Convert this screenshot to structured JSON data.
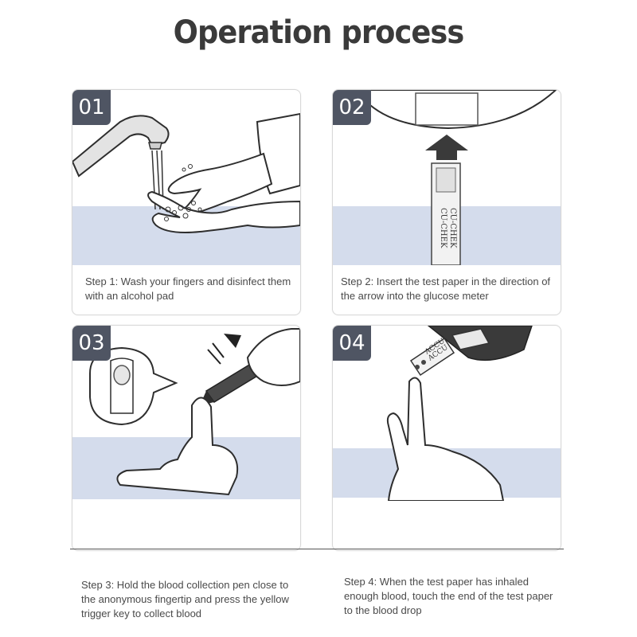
{
  "title": "Operation process",
  "steps": [
    {
      "number": "01",
      "caption": "Step 1: Wash your fingers and disinfect them with an alcohol pad"
    },
    {
      "number": "02",
      "caption": "Step 2: Insert the test paper in the direction of the arrow into the glucose meter",
      "strip_text": "CU-CHEK"
    },
    {
      "number": "03",
      "caption": "Step 3: Hold the blood collection pen close to the anonymous fingertip and press the yellow trigger key to collect blood"
    },
    {
      "number": "04",
      "caption": "Step 4: When the test paper has inhaled enough blood, touch the end of the test paper to the blood drop",
      "strip_text": "ACCU"
    }
  ],
  "colors": {
    "badge": "#4f5563",
    "band": "#d4dcec",
    "title": "#3a3a3a"
  }
}
